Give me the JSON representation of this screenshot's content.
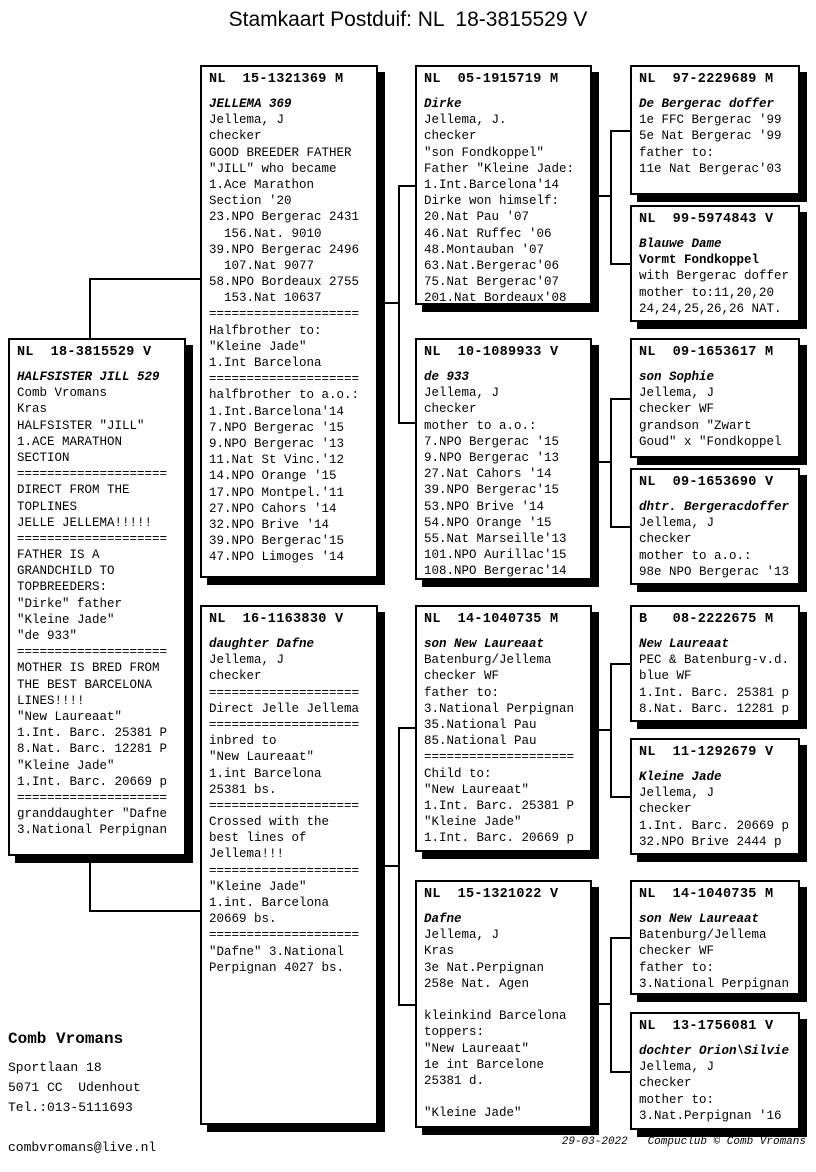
{
  "title": "Stamkaart Postduif: NL  18-3815529 V",
  "boxes": {
    "subject": {
      "ring": "NL  18-3815529 V",
      "lines": [
        {
          "t": "HALFSISTER JILL 529",
          "i": true
        },
        "Comb Vromans",
        "Kras",
        "HALFSISTER \"JILL\"",
        "1.ACE MARATHON",
        "SECTION",
        "====================",
        "DIRECT FROM THE",
        "TOPLINES",
        "JELLE JELLEMA!!!!!",
        "====================",
        "FATHER IS A",
        "GRANDCHILD TO",
        "TOPBREEDERS:",
        "\"Dirke\" father",
        "\"Kleine Jade\"",
        "\"de 933\"",
        "====================",
        "MOTHER IS BRED FROM",
        "THE BEST BARCELONA",
        "LINES!!!!",
        "\"New Laureaat\"",
        "1.Int. Barc. 25381 P",
        "8.Nat. Barc. 12281 P",
        "\"Kleine Jade\"",
        "1.Int. Barc. 20669 p",
        "====================",
        "granddaughter \"Dafne",
        "3.National Perpignan"
      ]
    },
    "father": {
      "ring": "NL  15-1321369 M",
      "lines": [
        {
          "t": "JELLEMA 369",
          "i": true
        },
        "Jellema, J",
        "checker",
        "GOOD BREEDER FATHER",
        "\"JILL\" who became",
        "1.Ace Marathon",
        "Section '20",
        "23.NPO Bergerac 2431",
        "  156.Nat. 9010",
        "39.NPO Bergerac 2496",
        "  107.Nat 9077",
        "58.NPO Bordeaux 2755",
        "  153.Nat 10637",
        "====================",
        "Halfbrother to:",
        "\"Kleine Jade\"",
        "1.Int Barcelona",
        "====================",
        "halfbrother to a.o.:",
        "1.Int.Barcelona'14",
        "7.NPO Bergerac '15",
        "9.NPO Bergerac '13",
        "11.Nat St Vinc.'12",
        "14.NPO Orange '15",
        "17.NPO Montpel.'11",
        "27.NPO Cahors '14",
        "32.NPO Brive '14",
        "39.NPO Bergerac'15",
        "47.NPO Limoges '14"
      ]
    },
    "mother": {
      "ring": "NL  16-1163830 V",
      "lines": [
        {
          "t": "daughter Dafne",
          "i": true
        },
        "Jellema, J",
        "checker",
        "====================",
        "Direct Jelle Jellema",
        "====================",
        "inbred to",
        "\"New Laureaat\"",
        "1.int Barcelona",
        "25381 bs.",
        "====================",
        "Crossed with the",
        "best lines of",
        "Jellema!!!",
        "====================",
        "\"Kleine Jade\"",
        "1.int. Barcelona",
        "20669 bs.",
        "====================",
        "\"Dafne\" 3.National",
        "Perpignan 4027 bs."
      ]
    },
    "gp1": {
      "ring": "NL  05-1915719 M",
      "lines": [
        {
          "t": "Dirke",
          "i": true
        },
        "Jellema, J.",
        "checker",
        "\"son Fondkoppel\"",
        "Father \"Kleine Jade:",
        "1.Int.Barcelona'14",
        "Dirke won himself:",
        "20.Nat Pau '07",
        "46.Nat Ruffec '06",
        "48.Montauban '07",
        "63.Nat.Bergerac'06",
        "75.Nat Bergerac'07",
        "201.Nat Bordeaux'08"
      ]
    },
    "gp2": {
      "ring": "NL  10-1089933 V",
      "lines": [
        {
          "t": "de 933",
          "i": true
        },
        "Jellema, J",
        "checker",
        "mother to a.o.:",
        "7.NPO Bergerac '15",
        "9.NPO Bergerac '13",
        "27.Nat Cahors '14",
        "39.NPO Bergerac'15",
        "53.NPO Brive '14",
        "54.NPO Orange '15",
        "55.Nat Marseille'13",
        "101.NPO Aurillac'15",
        "108.NPO Bergerac'14"
      ]
    },
    "gp3": {
      "ring": "NL  14-1040735 M",
      "lines": [
        {
          "t": "son New Laureaat",
          "i": true
        },
        "Batenburg/Jellema",
        "checker WF",
        "father to:",
        "3.National Perpignan",
        "35.National Pau",
        "85.National Pau",
        "====================",
        "Child to:",
        "\"New Laureaat\"",
        "1.Int. Barc. 25381 P",
        "\"Kleine Jade\"",
        "1.Int. Barc. 20669 p"
      ]
    },
    "gp4": {
      "ring": "NL  15-1321022 V",
      "lines": [
        {
          "t": "Dafne",
          "i": true
        },
        "Jellema, J",
        "Kras",
        "3e Nat.Perpignan",
        "258e Nat. Agen",
        "",
        "kleinkind Barcelona",
        "toppers:",
        "\"New Laureaat\"",
        "1e int Barcelone",
        "25381 d.",
        "",
        "\"Kleine Jade\""
      ]
    },
    "ggp1": {
      "ring": "NL  97-2229689 M",
      "lines": [
        {
          "t": "De Bergerac doffer",
          "i": true
        },
        "1e FFC Bergerac '99",
        "5e Nat Bergerac '99",
        "father to:",
        "11e Nat Bergerac'03"
      ]
    },
    "ggp2": {
      "ring": "NL  99-5974843 V",
      "lines": [
        {
          "t": "Blauwe Dame",
          "i": true
        },
        {
          "t": "Vormt Fondkoppel",
          "b": true
        },
        "with Bergerac doffer",
        "mother to:11,20,20",
        "24,24,25,26,26 NAT."
      ]
    },
    "ggp3": {
      "ring": "NL  09-1653617 M",
      "lines": [
        {
          "t": "son Sophie",
          "i": true
        },
        "Jellema, J",
        "checker WF",
        "grandson \"Zwart",
        "Goud\" x \"Fondkoppel"
      ]
    },
    "ggp4": {
      "ring": "NL  09-1653690 V",
      "lines": [
        {
          "t": "dhtr. Bergeracdoffer",
          "i": true
        },
        "Jellema, J",
        "checker",
        "mother to a.o.:",
        "98e NPO Bergerac '13"
      ]
    },
    "ggp5": {
      "ring": "B   08-2222675 M",
      "lines": [
        {
          "t": "New Laureaat",
          "i": true
        },
        "PEC & Batenburg-v.d.",
        "blue WF",
        "1.Int. Barc. 25381 p",
        "8.Nat. Barc. 12281 p"
      ]
    },
    "ggp6": {
      "ring": "NL  11-1292679 V",
      "lines": [
        {
          "t": "Kleine Jade",
          "i": true
        },
        "Jellema, J",
        "checker",
        "1.Int. Barc. 20669 p",
        "32.NPO Brive 2444 p"
      ]
    },
    "ggp7": {
      "ring": "NL  14-1040735 M",
      "lines": [
        {
          "t": "son New Laureaat",
          "i": true
        },
        "Batenburg/Jellema",
        "checker WF",
        "father to:",
        "3.National Perpignan"
      ]
    },
    "ggp8": {
      "ring": "NL  13-1756081 V",
      "lines": [
        {
          "t": "dochter Orion\\Silvie",
          "i": true
        },
        "Jellema, J",
        "checker",
        "mother to:",
        "3.Nat.Perpignan '16"
      ]
    }
  },
  "contact": {
    "name": "Comb Vromans",
    "lines": [
      "Sportlaan 18",
      "5071 CC  Udenhout",
      "Tel.:013-5111693",
      "",
      "combvromans@live.nl"
    ]
  },
  "footer": "29-03-2022   Compuclub © Comb Vromans"
}
